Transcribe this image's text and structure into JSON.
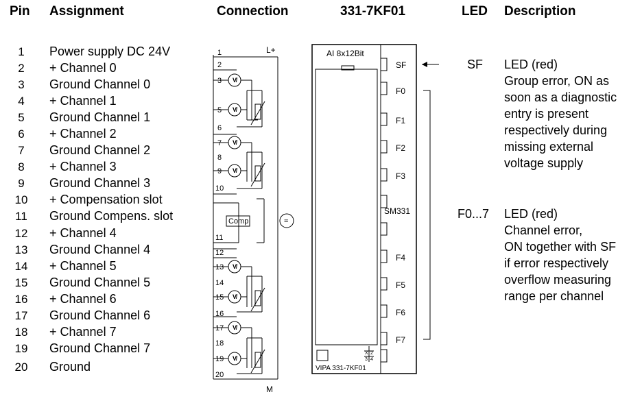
{
  "headers": {
    "pin": "Pin",
    "assignment": "Assignment",
    "connection": "Connection",
    "module": "331-7KF01",
    "led": "LED",
    "description": "Description"
  },
  "pins": [
    {
      "num": "1",
      "label": "Power supply DC 24V"
    },
    {
      "num": "2",
      "label": "+ Channel 0"
    },
    {
      "num": "3",
      "label": "Ground Channel 0"
    },
    {
      "num": "4",
      "label": "+ Channel 1"
    },
    {
      "num": "5",
      "label": "Ground Channel 1"
    },
    {
      "num": "6",
      "label": "+ Channel 2"
    },
    {
      "num": "7",
      "label": "Ground Channel 2"
    },
    {
      "num": "8",
      "label": "+ Channel 3"
    },
    {
      "num": "9",
      "label": "Ground Channel 3"
    },
    {
      "num": "10",
      "label": "+ Compensation slot"
    },
    {
      "num": "11",
      "label": "Ground Compens. slot"
    },
    {
      "num": "12",
      "label": "+ Channel 4"
    },
    {
      "num": "13",
      "label": "Ground Channel 4"
    },
    {
      "num": "14",
      "label": "+ Channel 5"
    },
    {
      "num": "15",
      "label": "Ground Channel 5"
    },
    {
      "num": "16",
      "label": "+ Channel 6"
    },
    {
      "num": "17",
      "label": "Ground Channel 6"
    },
    {
      "num": "18",
      "label": "+ Channel 7"
    },
    {
      "num": "19",
      "label": "Ground Channel 7"
    },
    {
      "num": "20",
      "label": "Ground"
    }
  ],
  "connection": {
    "lplus": "L+",
    "m": "M",
    "comp": "Comp",
    "equals": "=",
    "terminals": [
      "1",
      "2",
      "3",
      "5",
      "6",
      "7",
      "8",
      "9",
      "10",
      "11",
      "12",
      "13",
      "14",
      "15",
      "16",
      "17",
      "18",
      "19",
      "20"
    ]
  },
  "module": {
    "type_label": "AI 8x12Bit",
    "sm_label": "SM331",
    "vipa_label": "VIPA 331-7KF01",
    "x_labels": [
      "X",
      "2",
      "3",
      "4"
    ],
    "leds": [
      "SF",
      "F0",
      "F1",
      "F2",
      "F3",
      "F4",
      "F5",
      "F6",
      "F7"
    ]
  },
  "descriptions": [
    {
      "led": "SF",
      "lines": [
        "LED (red)",
        "Group error, ON as",
        "soon as a diagnostic",
        "entry is present",
        "respectively during",
        "missing external",
        "voltage supply"
      ]
    },
    {
      "led": "F0...7",
      "lines": [
        "LED (red)",
        "Channel error,",
        "ON together with SF",
        "if error respectively",
        "overflow measuring",
        "range per channel"
      ]
    }
  ]
}
